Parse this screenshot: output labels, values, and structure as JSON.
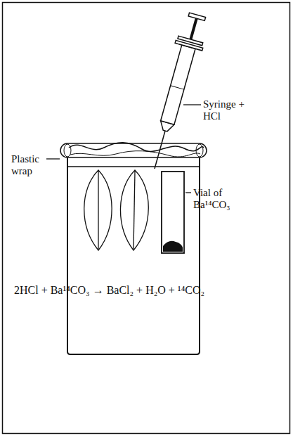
{
  "diagram": {
    "labels": [
      "Syringe + HCl",
      "Plastic wrap",
      "Vial of Ba¹⁴CO₃",
      "2HCl + Ba¹⁴CO₃ → BaCl₂ + H₂O + ¹⁴CO₂"
    ]
  }
}
